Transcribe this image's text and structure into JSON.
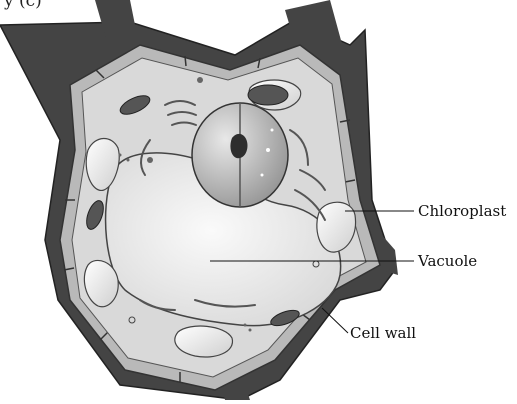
{
  "caption": "y (c)",
  "diagram": {
    "labels": {
      "chloroplast": "Chloroplast",
      "vacuole": "Vacuole",
      "cell_wall": "Cell wall"
    },
    "colors": {
      "wall_dark": "#3d3d3d",
      "wall_mid": "#8a8a8a",
      "cytoplasm": "#dcdcdc",
      "vacuole": "#eeeeee",
      "nucleus": "#bdbdbd",
      "organelle": "#6a6a6a"
    }
  }
}
